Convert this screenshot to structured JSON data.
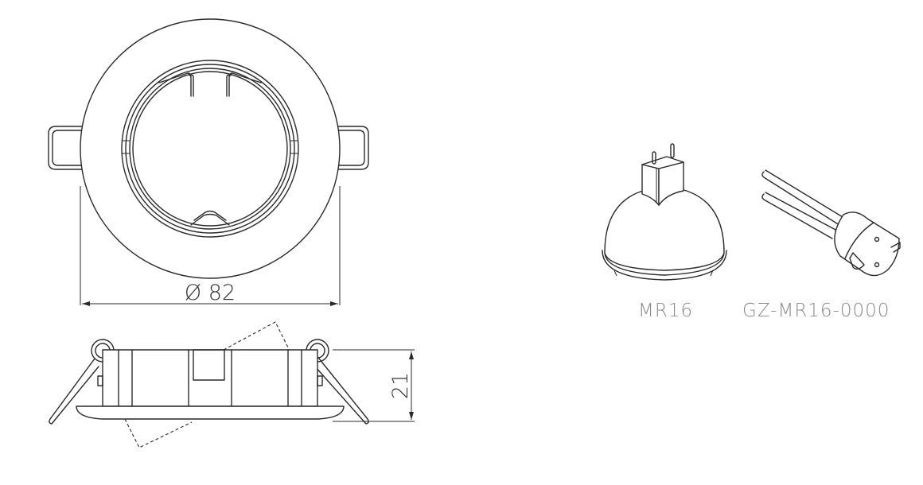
{
  "drawing": {
    "top_view": {
      "diameter_label": "Ø 82",
      "diameter_value_mm": 82
    },
    "side_view": {
      "height_label": "21",
      "height_value_mm": 21
    }
  },
  "accessories": [
    {
      "id": "lamp",
      "label": "MR16"
    },
    {
      "id": "socket",
      "label": "GZ-MR16-0000"
    }
  ],
  "colors": {
    "line": "#2a2a2a",
    "label_text": "#8a8a8a",
    "background": "#ffffff"
  }
}
